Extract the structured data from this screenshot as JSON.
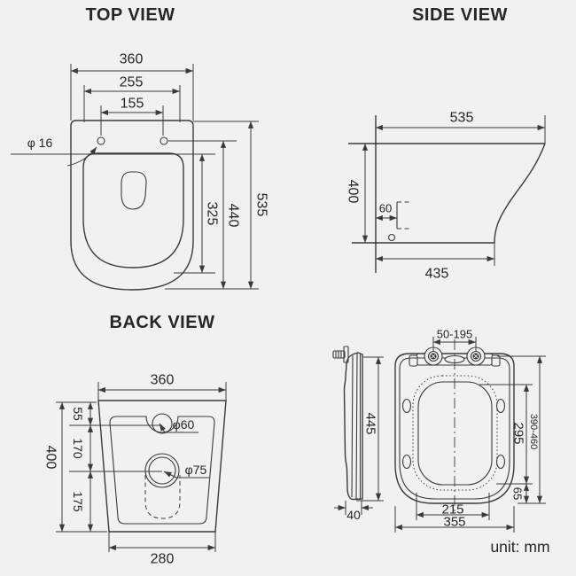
{
  "unit_label": "unit: mm",
  "colors": {
    "line": "#3a3a3a",
    "text": "#262626",
    "background": "#f1f1f2"
  },
  "top_view": {
    "title": "TOP VIEW",
    "dim_width": "360",
    "dim_rim_width": "255",
    "dim_hole_spacing": "155",
    "dim_hole_diameter": "φ 16",
    "dim_bowl_depth": "325",
    "dim_hole_depth": "440",
    "dim_total_depth": "535"
  },
  "side_view": {
    "title": "SIDE VIEW",
    "dim_total_depth": "535",
    "dim_height": "400",
    "dim_outlet_offset": "60",
    "dim_base_depth": "435"
  },
  "back_view": {
    "title": "BACK VIEW",
    "dim_width": "360",
    "dim_height": "400",
    "dim_top_to_inlet": "55",
    "dim_inlet_to_outlet": "170",
    "dim_outlet_to_base": "175",
    "dim_inlet_diameter": "φ60",
    "dim_outlet_diameter": "φ75",
    "dim_base_width": "280"
  },
  "seat_view": {
    "dim_hinge_adjust_range": "50-195",
    "dim_profile_height": "445",
    "dim_profile_width": "40",
    "dim_opening_length": "295",
    "dim_adjustable_length": "390-460",
    "dim_front_edge": "65",
    "dim_opening_width": "215",
    "dim_seat_width": "355"
  }
}
